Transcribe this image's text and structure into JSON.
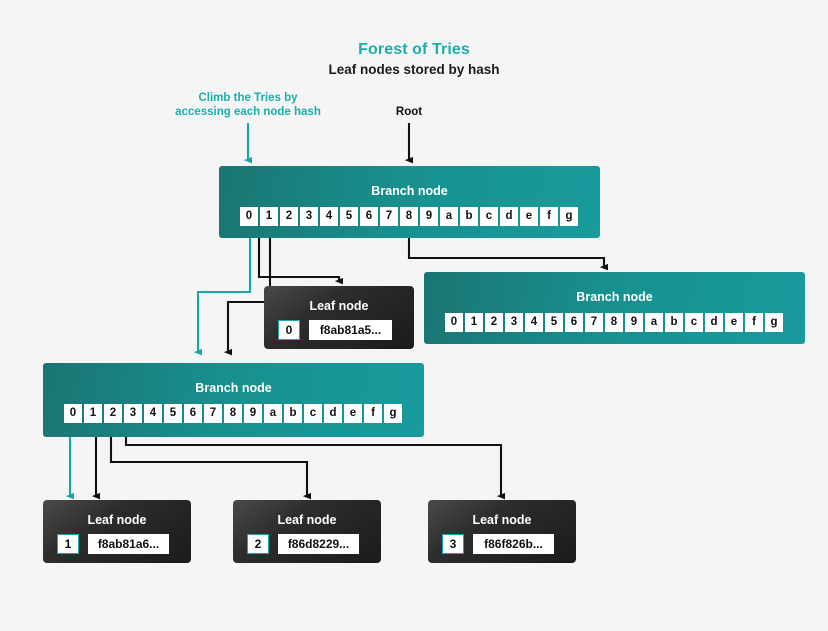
{
  "page": {
    "background": "#f5f5f5",
    "accent_teal": "#17b0ad",
    "branch_gradient_from": "#1a7573",
    "branch_gradient_to": "#189b9d",
    "leaf_gradient_from": "#4a4a4a",
    "leaf_gradient_to": "#1b1b1b",
    "arrow_dark": "#111111"
  },
  "header": {
    "title": "Forest of Tries",
    "subtitle": "Leaf nodes stored by hash"
  },
  "annotations": [
    {
      "id": "climb-annotation",
      "text": "Climb the Tries by\naccessing each node hash",
      "color": "#17b0ad"
    },
    {
      "id": "root-annotation",
      "text": "Root",
      "color": "#111111"
    }
  ],
  "nibbles": [
    "0",
    "1",
    "2",
    "3",
    "4",
    "5",
    "6",
    "7",
    "8",
    "9",
    "a",
    "b",
    "c",
    "d",
    "e",
    "f",
    "g"
  ],
  "branch_nodes": [
    {
      "id": "root-branch-node",
      "label": "Branch node",
      "cells": [
        "0",
        "1",
        "2",
        "3",
        "4",
        "5",
        "6",
        "7",
        "8",
        "9",
        "a",
        "b",
        "c",
        "d",
        "e",
        "f",
        "g"
      ]
    },
    {
      "id": "right-branch-node",
      "label": "Branch node",
      "cells": [
        "0",
        "1",
        "2",
        "3",
        "4",
        "5",
        "6",
        "7",
        "8",
        "9",
        "a",
        "b",
        "c",
        "d",
        "e",
        "f",
        "g"
      ]
    },
    {
      "id": "left-branch-node",
      "label": "Branch node",
      "cells": [
        "0",
        "1",
        "2",
        "3",
        "4",
        "5",
        "6",
        "7",
        "8",
        "9",
        "a",
        "b",
        "c",
        "d",
        "e",
        "f",
        "g"
      ]
    }
  ],
  "leaf_nodes": [
    {
      "id": "leaf-node-top",
      "label": "Leaf node",
      "index": "0",
      "hash": "f8ab81a5..."
    },
    {
      "id": "leaf-node-1",
      "label": "Leaf node",
      "index": "1",
      "hash": "f8ab81a6..."
    },
    {
      "id": "leaf-node-2",
      "label": "Leaf node",
      "index": "2",
      "hash": "f86d8229..."
    },
    {
      "id": "leaf-node-3",
      "label": "Leaf node",
      "index": "3",
      "hash": "f86f826b..."
    }
  ]
}
